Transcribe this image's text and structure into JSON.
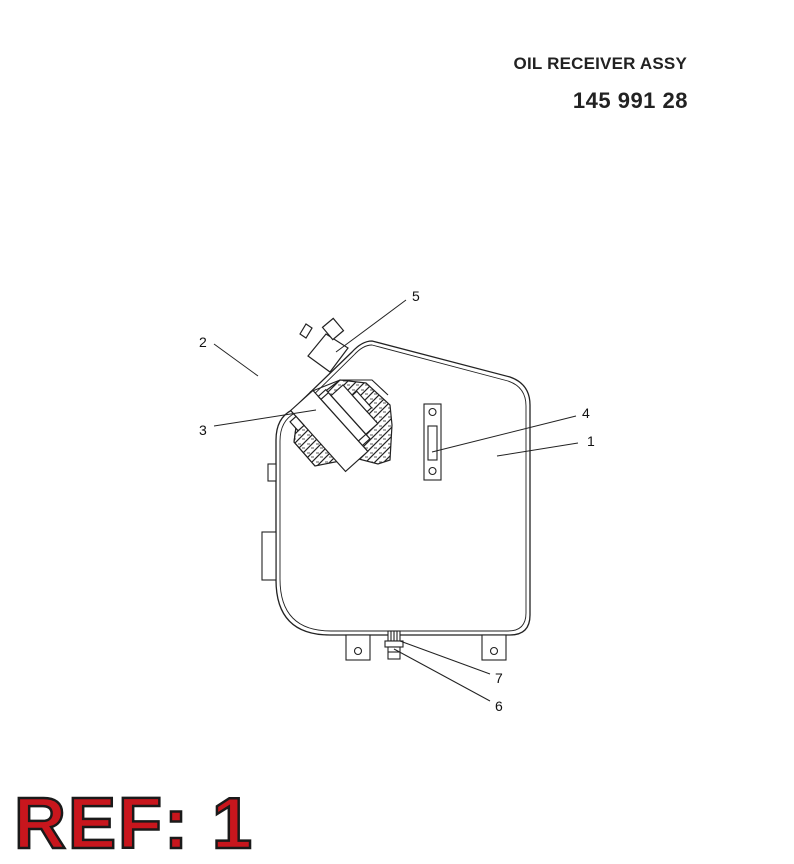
{
  "header": {
    "title": "OIL RECEIVER ASSY",
    "part_number": "145 991 28"
  },
  "callouts": {
    "c1": "1",
    "c2": "2",
    "c3": "3",
    "c4": "4",
    "c5": "5",
    "c6": "6",
    "c7": "7"
  },
  "footer": {
    "ref_label": "REF: 1"
  }
}
